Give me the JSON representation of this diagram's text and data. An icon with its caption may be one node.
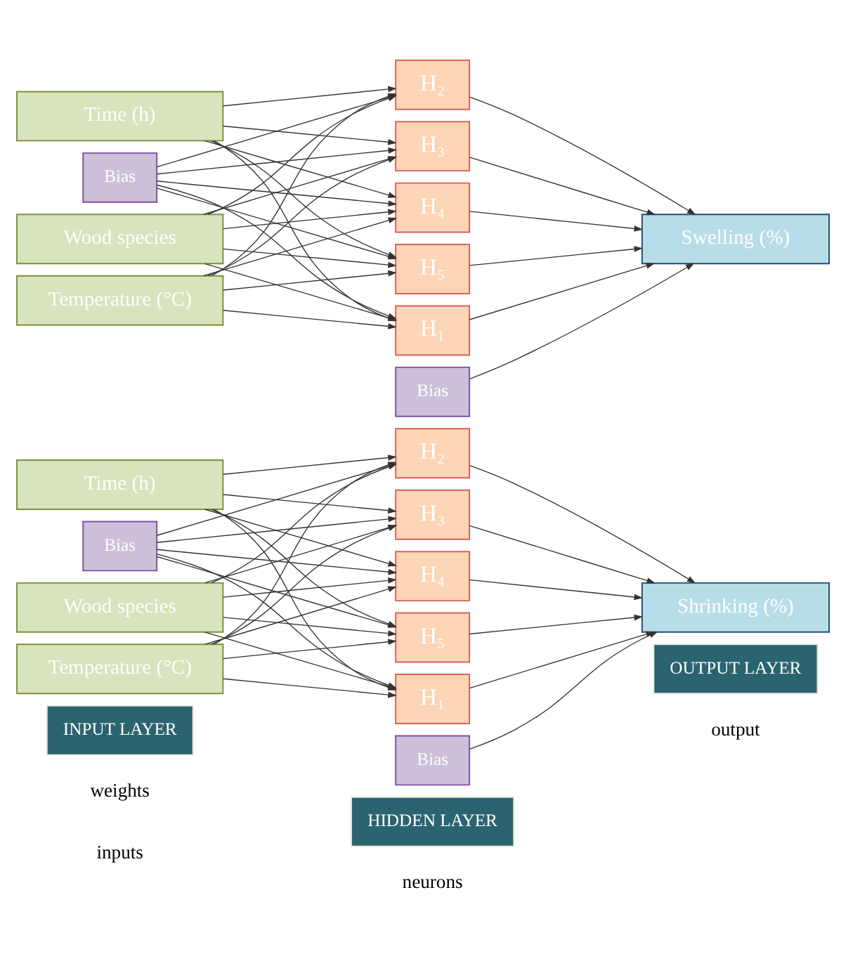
{
  "diagram": {
    "nodes": [
      {
        "text": [
          "INPUT LAYER"
        ]
      },
      {
        "text": [
          "HIDDEN LAYER"
        ]
      },
      {
        "text": [
          "OUTPUT LAYER"
        ]
      },
      {
        "text": [
          "Wood species"
        ]
      },
      {
        "text": [
          "Temperature (°C)"
        ]
      },
      {
        "text": [
          "Time (h)"
        ]
      },
      {
        "text": [
          "H₁"
        ]
      },
      {
        "text": [
          "H₂"
        ]
      },
      {
        "text": [
          "H₃"
        ]
      },
      {
        "text": [
          "H₄"
        ]
      },
      {
        "text": [
          "H₅"
        ]
      },
      {
        "text": [
          "Bias"
        ]
      },
      {
        "text": [
          "Shrinking (%)"
        ]
      },
      {
        "text": [
          "Bias"
        ]
      },
      {
        "text": [
          "Wood species"
        ]
      },
      {
        "text": [
          "Temperature (°C)"
        ]
      },
      {
        "text": [
          "Time (h)"
        ]
      },
      {
        "text": [
          "H₁"
        ]
      },
      {
        "text": [
          "H₂"
        ]
      },
      {
        "text": [
          "H₃"
        ]
      },
      {
        "text": [
          "H₄"
        ]
      },
      {
        "text": [
          "H₅"
        ]
      },
      {
        "text": [
          "Bias"
        ]
      },
      {
        "text": [
          "Swelling (%)"
        ]
      },
      {
        "text": [
          "Bias"
        ]
      }
    ],
    "edges": [
      {
        "from": 3,
        "to": 6,
        "arrow": "to"
      },
      {
        "from": 3,
        "to": 7,
        "arrow": "to"
      },
      {
        "from": 3,
        "to": 8,
        "arrow": "to"
      },
      {
        "from": 3,
        "to": 9,
        "arrow": "to"
      },
      {
        "from": 3,
        "to": 10,
        "arrow": "to"
      },
      {
        "from": 4,
        "to": 6,
        "arrow": "to"
      },
      {
        "from": 4,
        "to": 7,
        "arrow": "to"
      },
      {
        "from": 4,
        "to": 8,
        "arrow": "to"
      },
      {
        "from": 4,
        "to": 9,
        "arrow": "to"
      },
      {
        "from": 4,
        "to": 10,
        "arrow": "to"
      },
      {
        "from": 5,
        "to": 6,
        "arrow": "to"
      },
      {
        "from": 5,
        "to": 7,
        "arrow": "to"
      },
      {
        "from": 5,
        "to": 8,
        "arrow": "to"
      },
      {
        "from": 5,
        "to": 9,
        "arrow": "to"
      },
      {
        "from": 5,
        "to": 10,
        "arrow": "to"
      },
      {
        "from": 11,
        "to": 6,
        "arrow": "to"
      },
      {
        "from": 11,
        "to": 7,
        "arrow": "to"
      },
      {
        "from": 11,
        "to": 8,
        "arrow": "to"
      },
      {
        "from": 11,
        "to": 9,
        "arrow": "to"
      },
      {
        "from": 11,
        "to": 10,
        "arrow": "to"
      },
      {
        "from": 6,
        "to": 12,
        "arrow": "to"
      },
      {
        "from": 7,
        "to": 12,
        "arrow": "to"
      },
      {
        "from": 8,
        "to": 12,
        "arrow": "to"
      },
      {
        "from": 9,
        "to": 12,
        "arrow": "to"
      },
      {
        "from": 10,
        "to": 12,
        "arrow": "to"
      },
      {
        "from": 13,
        "to": 12,
        "arrow": "to"
      },
      {
        "from": 14,
        "to": 17,
        "arrow": "to"
      },
      {
        "from": 14,
        "to": 18,
        "arrow": "to"
      },
      {
        "from": 14,
        "to": 19,
        "arrow": "to"
      },
      {
        "from": 14,
        "to": 20,
        "arrow": "to"
      },
      {
        "from": 14,
        "to": 21,
        "arrow": "to"
      },
      {
        "from": 15,
        "to": 17,
        "arrow": "to"
      },
      {
        "from": 15,
        "to": 18,
        "arrow": "to"
      },
      {
        "from": 15,
        "to": 19,
        "arrow": "to"
      },
      {
        "from": 15,
        "to": 20,
        "arrow": "to"
      },
      {
        "from": 15,
        "to": 21,
        "arrow": "to"
      },
      {
        "from": 16,
        "to": 17,
        "arrow": "to"
      },
      {
        "from": 16,
        "to": 18,
        "arrow": "to"
      },
      {
        "from": 16,
        "to": 19,
        "arrow": "to"
      },
      {
        "from": 16,
        "to": 20,
        "arrow": "to"
      },
      {
        "from": 16,
        "to": 21,
        "arrow": "to"
      },
      {
        "from": 22,
        "to": 17,
        "arrow": "to"
      },
      {
        "from": 22,
        "to": 18,
        "arrow": "to"
      },
      {
        "from": 22,
        "to": 19,
        "arrow": "to"
      },
      {
        "from": 22,
        "to": 20,
        "arrow": "to"
      },
      {
        "from": 22,
        "to": 21,
        "arrow": "to"
      },
      {
        "from": 17,
        "to": 23,
        "arrow": "to"
      },
      {
        "from": 18,
        "to": 23,
        "arrow": "to"
      },
      {
        "from": 19,
        "to": 23,
        "arrow": "to"
      },
      {
        "from": 20,
        "to": 23,
        "arrow": "to"
      },
      {
        "from": 21,
        "to": 23,
        "arrow": "to"
      },
      {
        "from": 24,
        "to": 23,
        "arrow": "to"
      }
    ],
    "labels": [
      "inputs",
      "weights",
      "neurons",
      "output"
    ]
  }
}
